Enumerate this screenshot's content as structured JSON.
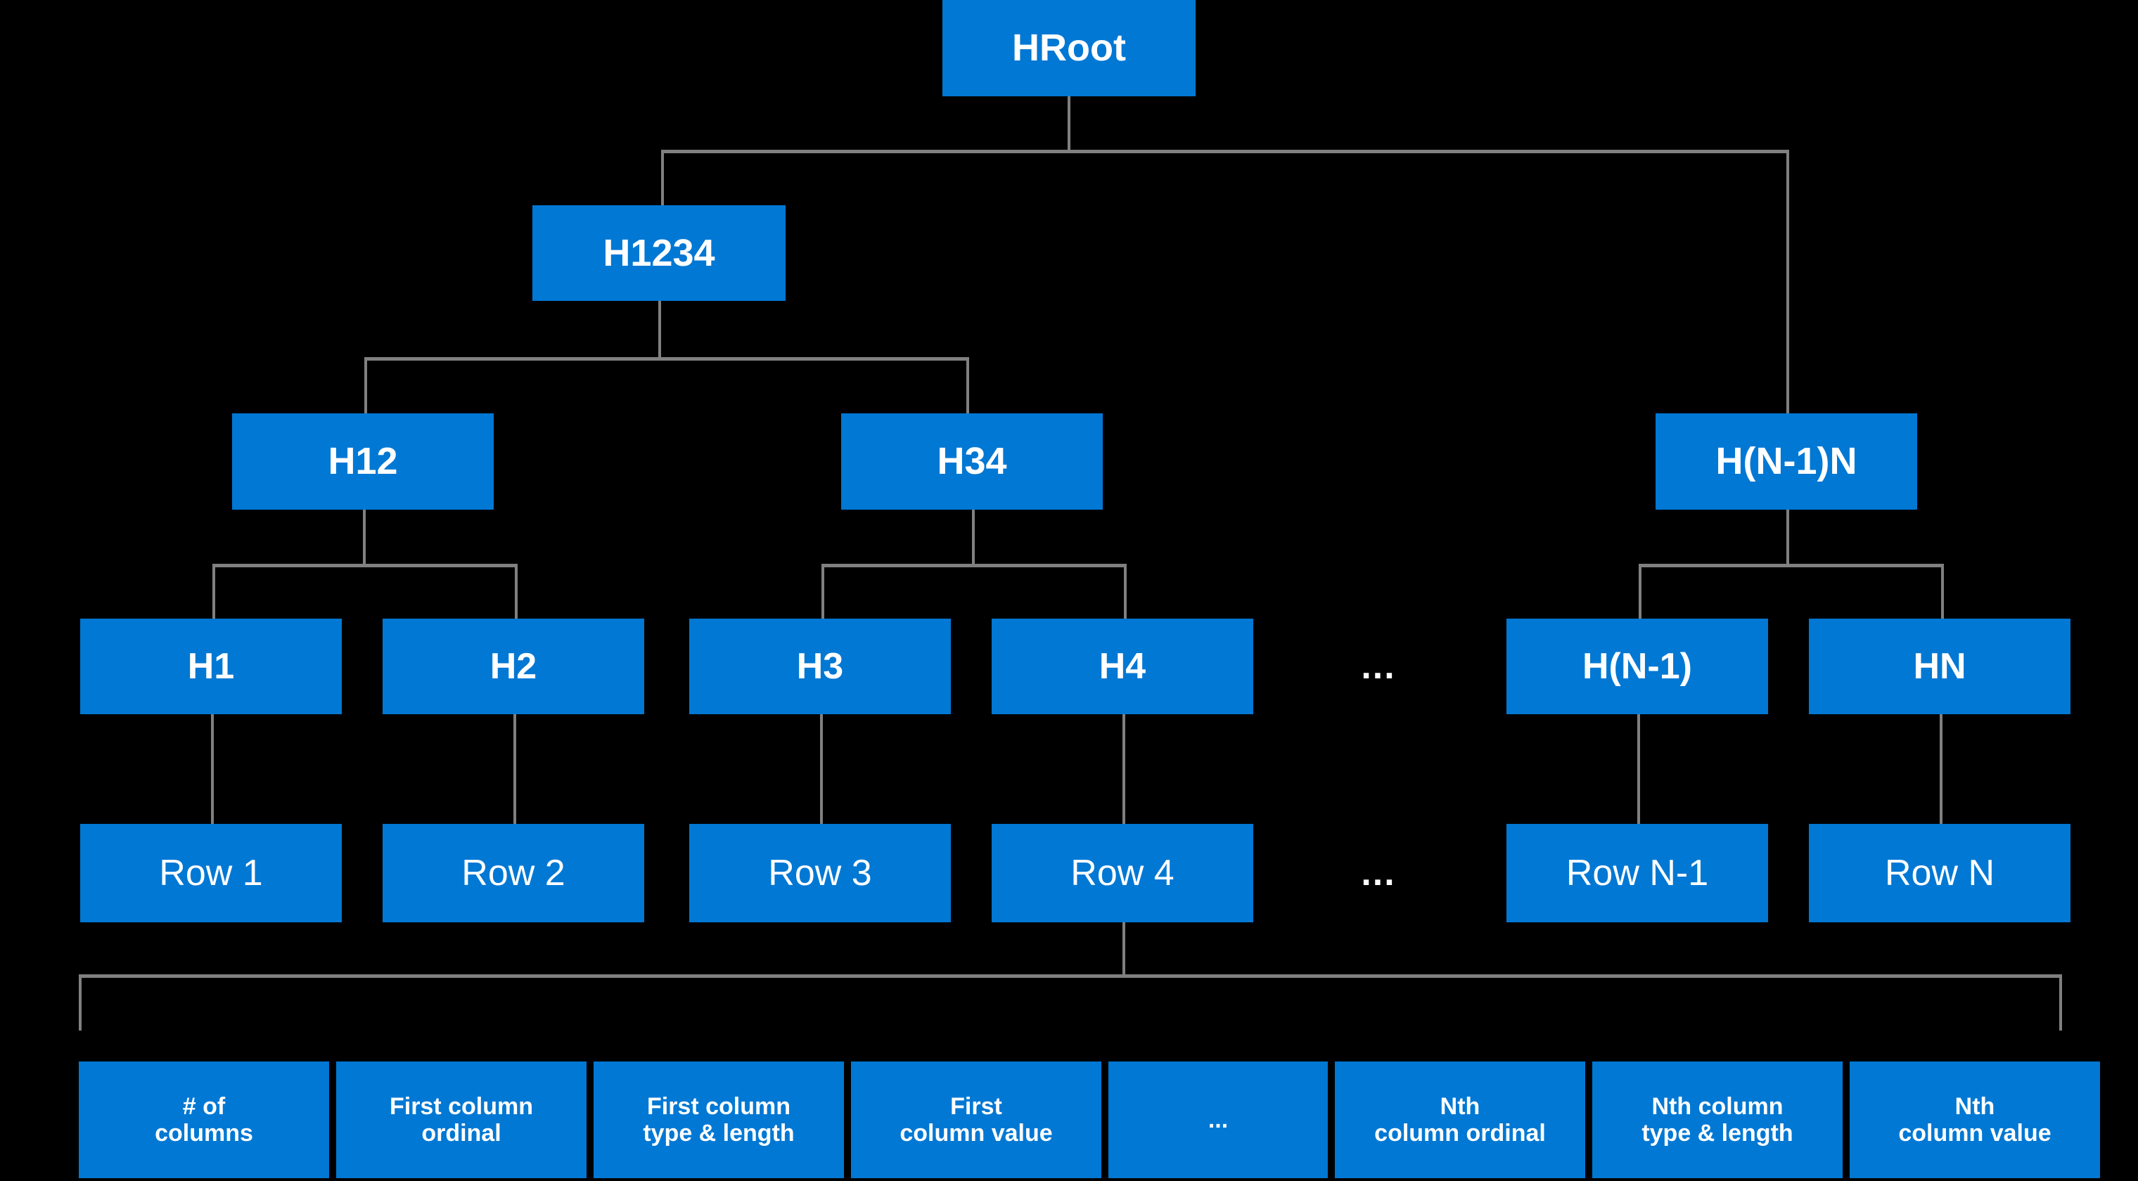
{
  "diagram": {
    "title": "B-tree style row index hierarchy",
    "background_color": "#000000",
    "node_color": "#0078D4",
    "node_text_color": "#FFFFFF",
    "connector_color": "#808080",
    "ellipsis_glyph": "..."
  },
  "levels": {
    "root": {
      "nodes": [
        {
          "label": "HRoot"
        }
      ]
    },
    "aggregate_1": {
      "nodes": [
        {
          "label": "H1234"
        }
      ]
    },
    "aggregate_2": {
      "nodes": [
        {
          "label": "H12"
        },
        {
          "label": "H34"
        },
        {
          "label": "H(N-1)N"
        }
      ]
    },
    "leaf_hashes": {
      "nodes": [
        {
          "label": "H1"
        },
        {
          "label": "H2"
        },
        {
          "label": "H3"
        },
        {
          "label": "H4"
        },
        {
          "label": "H(N-1)"
        },
        {
          "label": "HN"
        }
      ],
      "ellipsis": "..."
    },
    "rows": {
      "nodes": [
        {
          "label": "Row 1"
        },
        {
          "label": "Row 2"
        },
        {
          "label": "Row 3"
        },
        {
          "label": "Row 4"
        },
        {
          "label": "Row N-1"
        },
        {
          "label": "Row N"
        }
      ],
      "ellipsis": "..."
    },
    "row_detail": {
      "nodes": [
        {
          "label": "# of\ncolumns"
        },
        {
          "label": "First column\nordinal"
        },
        {
          "label": "First column\ntype & length"
        },
        {
          "label": "First\ncolumn value"
        },
        {
          "label": "..."
        },
        {
          "label": "Nth\ncolumn ordinal"
        },
        {
          "label": "Nth column\ntype & length"
        },
        {
          "label": "Nth\ncolumn value"
        }
      ]
    }
  }
}
